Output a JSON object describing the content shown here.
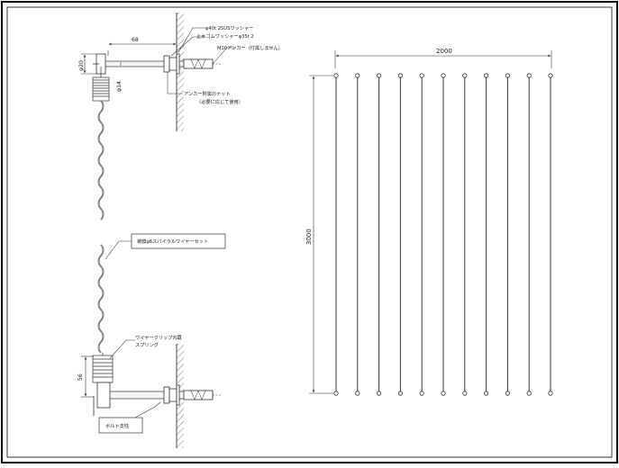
{
  "detail": {
    "dim_68": "68",
    "dim_phi20": "φ20",
    "dim_phi14": "φ14",
    "dim_56": "56",
    "label_washer_sus": "φ40t 2SUSワッシャー",
    "label_rubber_washer": "止水ゴムワッシャーφ35t 2",
    "label_anchor": "M10アンカー（付属しません）",
    "label_nut_line1": "アンカー附属のナット",
    "label_nut_line2": "（必要に応じて使用）",
    "label_wire_set": "被膜φ6スパイラルワイヤーセット",
    "label_clip_line1": "ワイヤークリップ内蔵",
    "label_clip_line2": "スプリング",
    "label_bolt": "ボルト支柱"
  },
  "elevation": {
    "width_dim": "2000",
    "height_dim": "3000",
    "wire_count": 11
  }
}
